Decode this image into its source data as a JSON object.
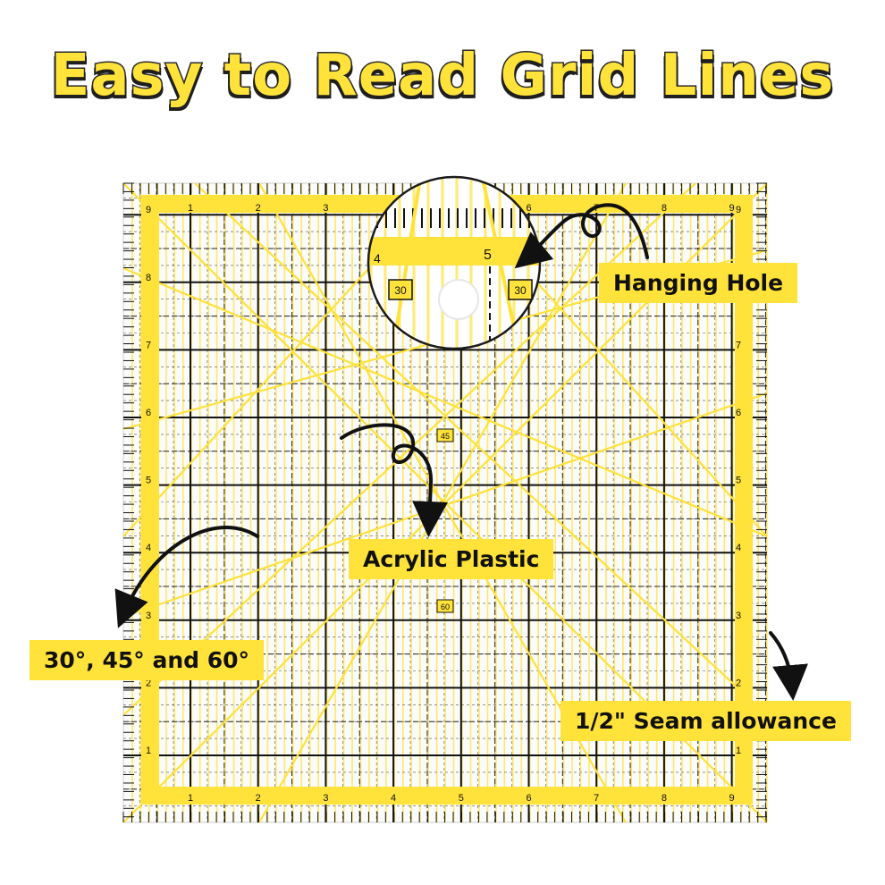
{
  "headline": "Easy to Read Grid Lines",
  "callouts": {
    "hanging_hole": "Hanging Hole",
    "acrylic_plastic": "Acrylic Plastic",
    "angles": "30°, 45° and 60°",
    "seam_allowance": "1/2\" Seam allowance"
  },
  "ruler": {
    "size_inches": 9,
    "edge_numbers": [
      "1",
      "2",
      "3",
      "4",
      "5",
      "6",
      "7",
      "8",
      "9"
    ],
    "angle_badges": {
      "center_top": "45",
      "center_bottom": "60"
    },
    "magnifier": {
      "left_number": "4",
      "right_number": "5",
      "badge_left": "30",
      "badge_right": "30"
    }
  },
  "colors": {
    "accent": "#FFE23A",
    "ink": "#111111",
    "background": "#ffffff"
  }
}
